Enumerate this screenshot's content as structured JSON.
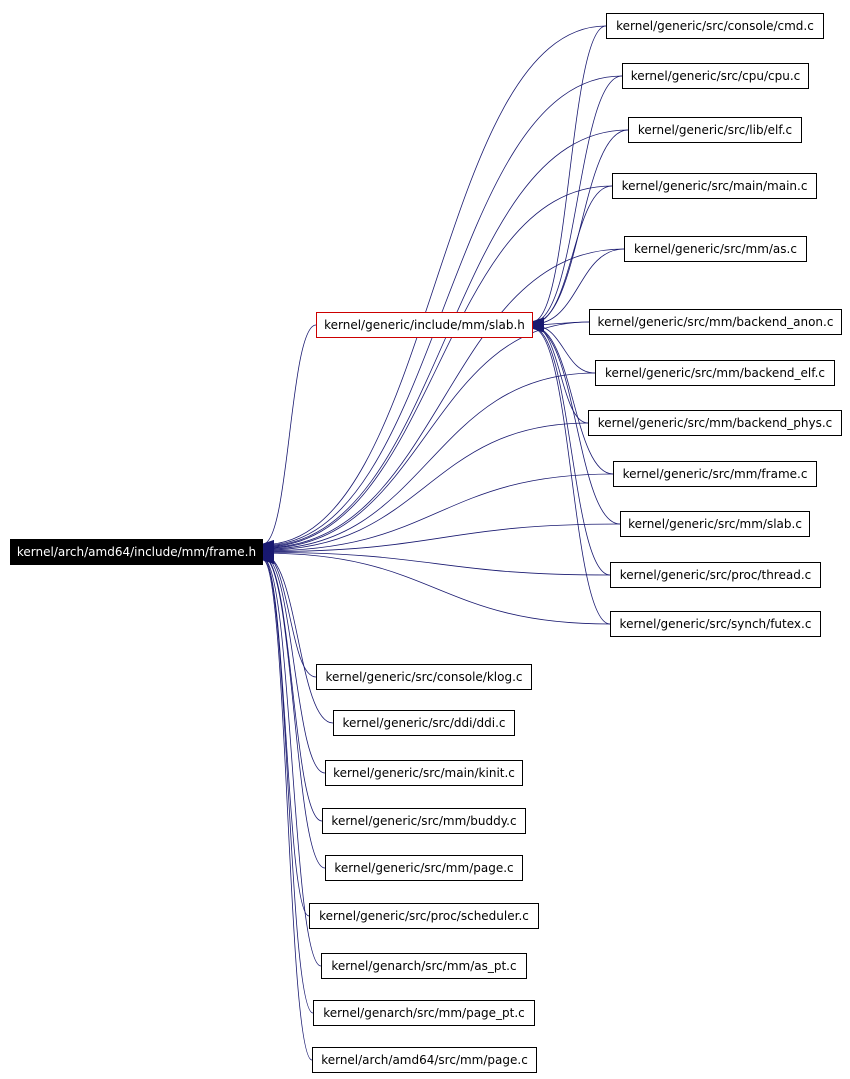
{
  "edge_color": "#191970",
  "mid_border_color": "#cc0000",
  "target": {
    "label": "kernel/arch/amd64/include/mm/frame.h"
  },
  "mid": {
    "label": "kernel/generic/include/mm/slab.h"
  },
  "sources": {
    "console_cmd": "kernel/generic/src/console/cmd.c",
    "cpu_cpu": "kernel/generic/src/cpu/cpu.c",
    "lib_elf": "kernel/generic/src/lib/elf.c",
    "main_main": "kernel/generic/src/main/main.c",
    "mm_as": "kernel/generic/src/mm/as.c",
    "mm_backend_anon": "kernel/generic/src/mm/backend_anon.c",
    "mm_backend_elf": "kernel/generic/src/mm/backend_elf.c",
    "mm_backend_phys": "kernel/generic/src/mm/backend_phys.c",
    "mm_frame": "kernel/generic/src/mm/frame.c",
    "mm_slab": "kernel/generic/src/mm/slab.c",
    "proc_thread": "kernel/generic/src/proc/thread.c",
    "synch_futex": "kernel/generic/src/synch/futex.c",
    "console_klog": "kernel/generic/src/console/klog.c",
    "ddi_ddi": "kernel/generic/src/ddi/ddi.c",
    "main_kinit": "kernel/generic/src/main/kinit.c",
    "mm_buddy": "kernel/generic/src/mm/buddy.c",
    "mm_page": "kernel/generic/src/mm/page.c",
    "proc_scheduler": "kernel/generic/src/proc/scheduler.c",
    "genarch_as_pt": "kernel/genarch/src/mm/as_pt.c",
    "genarch_page_pt": "kernel/genarch/src/mm/page_pt.c",
    "amd64_page": "kernel/arch/amd64/src/mm/page.c"
  },
  "edges": [
    [
      "mid",
      "target"
    ],
    [
      "console_cmd",
      "target"
    ],
    [
      "console_cmd",
      "mid"
    ],
    [
      "cpu_cpu",
      "target"
    ],
    [
      "cpu_cpu",
      "mid"
    ],
    [
      "lib_elf",
      "target"
    ],
    [
      "lib_elf",
      "mid"
    ],
    [
      "main_main",
      "target"
    ],
    [
      "main_main",
      "mid"
    ],
    [
      "mm_as",
      "target"
    ],
    [
      "mm_as",
      "mid"
    ],
    [
      "mm_backend_anon",
      "target"
    ],
    [
      "mm_backend_anon",
      "mid"
    ],
    [
      "mm_backend_elf",
      "target"
    ],
    [
      "mm_backend_elf",
      "mid"
    ],
    [
      "mm_backend_phys",
      "target"
    ],
    [
      "mm_backend_phys",
      "mid"
    ],
    [
      "mm_frame",
      "target"
    ],
    [
      "mm_frame",
      "mid"
    ],
    [
      "mm_slab",
      "target"
    ],
    [
      "mm_slab",
      "mid"
    ],
    [
      "proc_thread",
      "target"
    ],
    [
      "proc_thread",
      "mid"
    ],
    [
      "synch_futex",
      "target"
    ],
    [
      "synch_futex",
      "mid"
    ],
    [
      "console_klog",
      "target"
    ],
    [
      "ddi_ddi",
      "target"
    ],
    [
      "main_kinit",
      "target"
    ],
    [
      "mm_buddy",
      "target"
    ],
    [
      "mm_page",
      "target"
    ],
    [
      "proc_scheduler",
      "target"
    ],
    [
      "genarch_as_pt",
      "target"
    ],
    [
      "genarch_page_pt",
      "target"
    ],
    [
      "amd64_page",
      "target"
    ]
  ]
}
